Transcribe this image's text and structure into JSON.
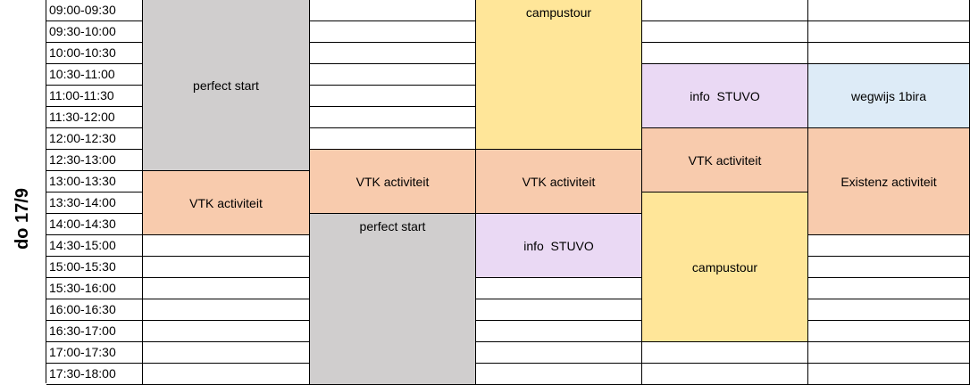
{
  "day_label": "do 17/9",
  "time_slots": [
    "09:00-09:30",
    "09:30-10:00",
    "10:00-10:30",
    "10:30-11:00",
    "11:00-11:30",
    "11:30-12:00",
    "12:00-12:30",
    "12:30-13:00",
    "13:00-13:30",
    "13:30-14:00",
    "14:00-14:30",
    "14:30-15:00",
    "15:00-15:30",
    "15:30-16:00",
    "16:00-16:30",
    "16:30-17:00",
    "17:00-17:30",
    "17:30-18:00"
  ],
  "colors": {
    "grey": "#D0CECE",
    "orange": "#F8CBAD",
    "yellow": "#FFE699",
    "purple": "#EAD9F4",
    "blue": "#DDEBF7"
  },
  "events": [
    {
      "id": "perfect-start-1",
      "label": "perfect start",
      "col": 0,
      "start": 0,
      "span": 8,
      "color": "grey",
      "valign": "center"
    },
    {
      "id": "vtk-activiteit-1",
      "label": "VTK activiteit",
      "col": 0,
      "start": 8,
      "span": 3,
      "color": "orange",
      "valign": "center"
    },
    {
      "id": "vtk-activiteit-2",
      "label": "VTK activiteit",
      "col": 1,
      "start": 7,
      "span": 3,
      "color": "orange",
      "valign": "center"
    },
    {
      "id": "perfect-start-2",
      "label": "perfect start",
      "col": 1,
      "start": 10,
      "span": 8,
      "color": "grey",
      "valign": "top"
    },
    {
      "id": "campustour-1",
      "label": "campustour",
      "col": 2,
      "start": 0,
      "span": 7,
      "color": "yellow",
      "valign": "top"
    },
    {
      "id": "vtk-activiteit-3",
      "label": "VTK activiteit",
      "col": 2,
      "start": 7,
      "span": 3,
      "color": "orange",
      "valign": "center"
    },
    {
      "id": "info-stuvo-1",
      "label": "info  STUVO",
      "col": 2,
      "start": 10,
      "span": 3,
      "color": "purple",
      "valign": "center"
    },
    {
      "id": "info-stuvo-2",
      "label": "info  STUVO",
      "col": 3,
      "start": 3,
      "span": 3,
      "color": "purple",
      "valign": "center"
    },
    {
      "id": "vtk-activiteit-4",
      "label": "VTK activiteit",
      "col": 3,
      "start": 6,
      "span": 3,
      "color": "orange",
      "valign": "center"
    },
    {
      "id": "campustour-2",
      "label": "campustour",
      "col": 3,
      "start": 9,
      "span": 7,
      "color": "yellow",
      "valign": "center"
    },
    {
      "id": "wegwijs-1bira",
      "label": "wegwijs 1bira",
      "col": 4,
      "start": 3,
      "span": 3,
      "color": "blue",
      "valign": "center"
    },
    {
      "id": "existenz-activiteit",
      "label": "Existenz activiteit",
      "col": 4,
      "start": 6,
      "span": 5,
      "color": "orange",
      "valign": "center"
    }
  ]
}
